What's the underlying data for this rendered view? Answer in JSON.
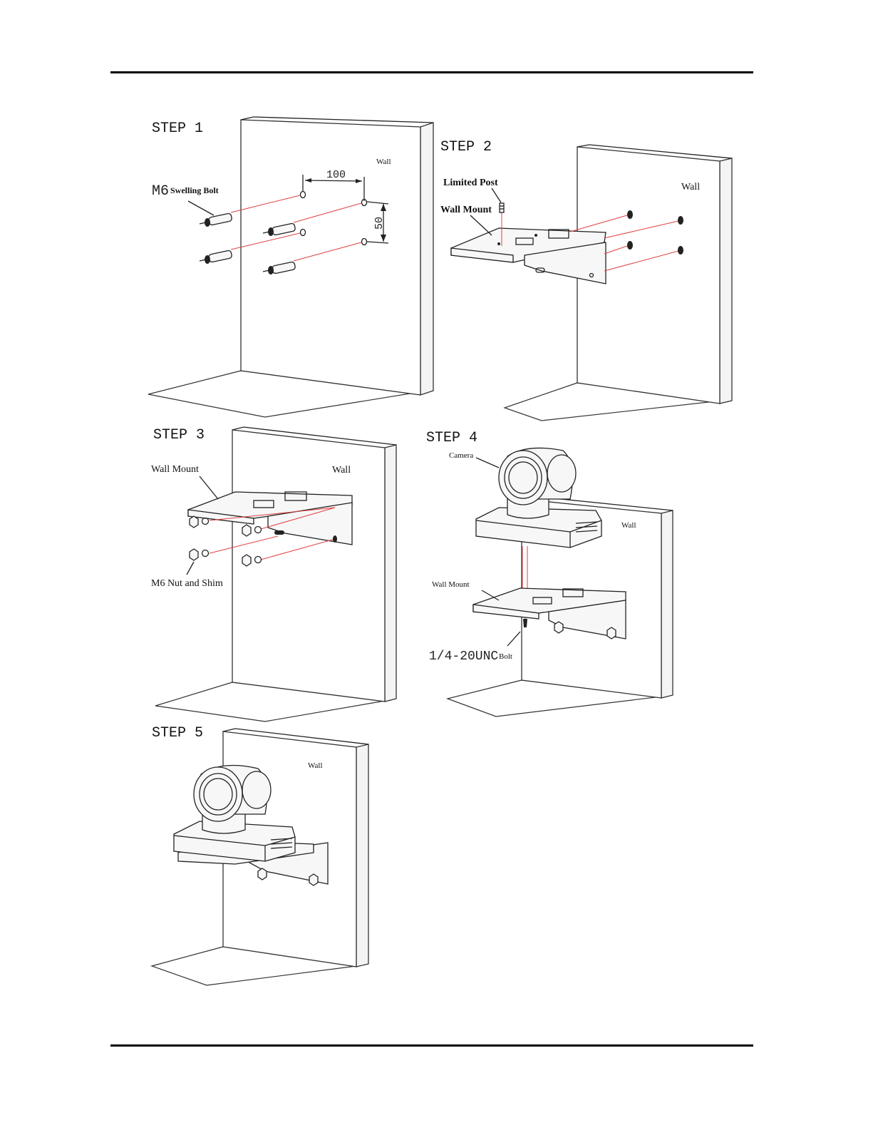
{
  "steps": [
    {
      "title": "STEP 1",
      "labels": {
        "wall": "Wall",
        "bolt_size": "M6",
        "bolt_name": "Swelling Bolt",
        "dim_horizontal": "100",
        "dim_vertical": "50"
      }
    },
    {
      "title": "STEP 2",
      "labels": {
        "wall": "Wall",
        "limited_post": "Limited Post",
        "wall_mount": "Wall Mount"
      }
    },
    {
      "title": "STEP 3",
      "labels": {
        "wall": "Wall",
        "wall_mount": "Wall Mount",
        "nut_shim": "M6 Nut and Shim"
      }
    },
    {
      "title": "STEP 4",
      "labels": {
        "wall": "Wall",
        "camera": "Camera",
        "wall_mount": "Wall Mount",
        "bolt_spec": "1/4-20UNC",
        "bolt_word": "Bolt"
      }
    },
    {
      "title": "STEP 5",
      "labels": {
        "wall": "Wall"
      }
    }
  ],
  "colors": {
    "guide_lines": "#e04040",
    "ink": "#222222"
  }
}
